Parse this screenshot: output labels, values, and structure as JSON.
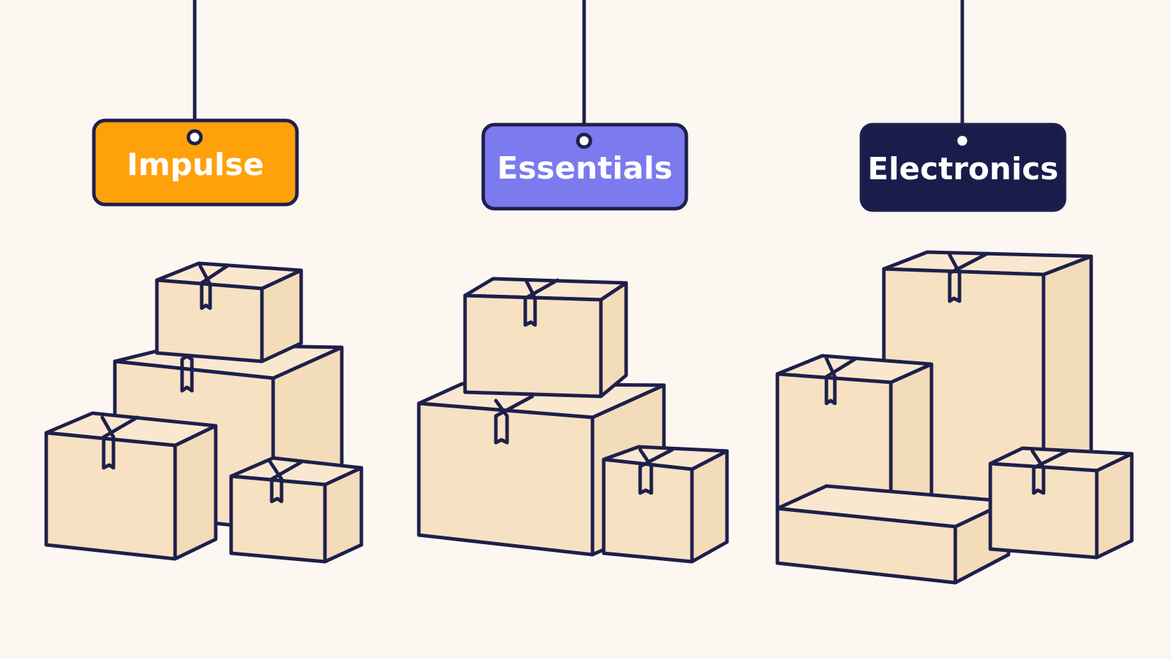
{
  "palette": {
    "background": "#fcf8f1",
    "outline": "#1e1f4b",
    "box_front": "#f6e1c2",
    "box_top": "#f9e8cf",
    "box_side": "#f3dcba"
  },
  "groups": [
    {
      "id": "impulse",
      "label": "Impulse",
      "color": "#ffa10a",
      "box_count": 4
    },
    {
      "id": "essentials",
      "label": "Essentials",
      "color": "#7b7aee",
      "box_count": 3
    },
    {
      "id": "electronics",
      "label": "Electronics",
      "color": "#1a1d4a",
      "box_count": 4
    }
  ]
}
